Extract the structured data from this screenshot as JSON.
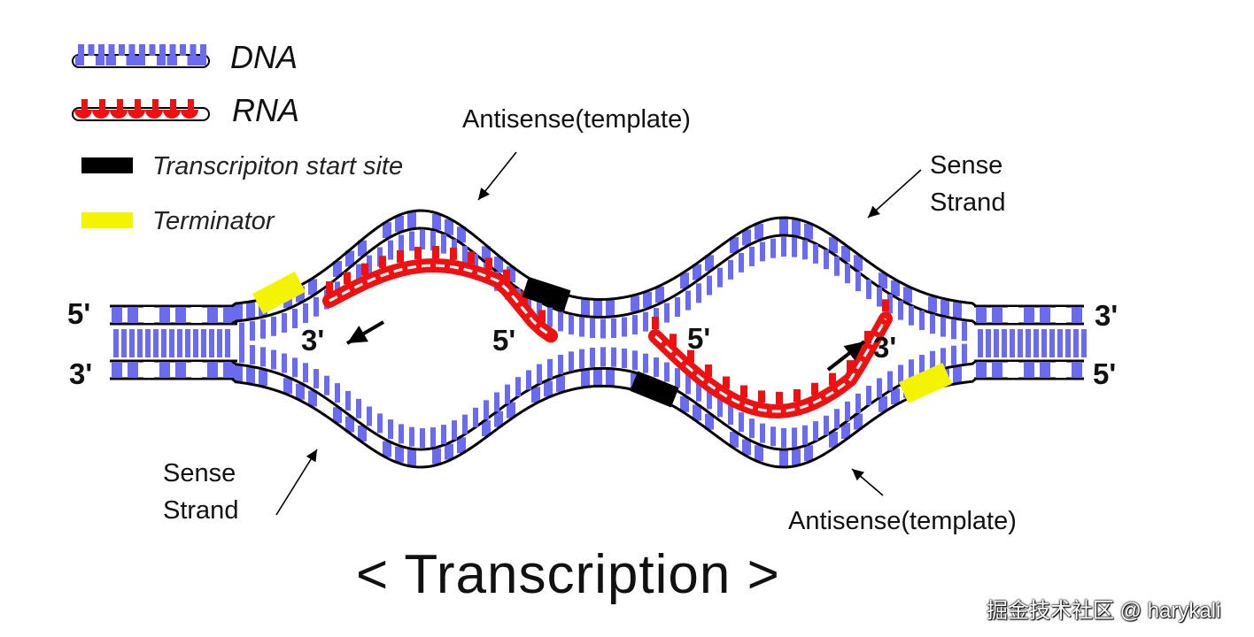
{
  "legend": {
    "dna": "DNA",
    "rna": "RNA",
    "start_site": "Transcripiton start site",
    "terminator": "Terminator"
  },
  "labels": {
    "antisense_top": "Antisense(template)",
    "sense_top_line1": "Sense",
    "sense_top_line2": "Strand",
    "sense_bottom_line1": "Sense",
    "sense_bottom_line2": "Strand",
    "antisense_bottom": "Antisense(template)"
  },
  "ends": {
    "left_top": "5'",
    "left_bottom": "3'",
    "right_top": "3'",
    "right_bottom": "5'",
    "rna1_3prime": "3'",
    "rna1_5prime": "5'",
    "rna2_5prime": "5'",
    "rna2_3prime": "3'"
  },
  "title": "< Transcription >",
  "watermark": "掘金技术社区 @ harykali",
  "colors": {
    "dna_blue": "#6b6bf0",
    "rna_red": "#ee1111",
    "start_site": "#000000",
    "terminator": "#f4f400",
    "outline": "#000000"
  }
}
